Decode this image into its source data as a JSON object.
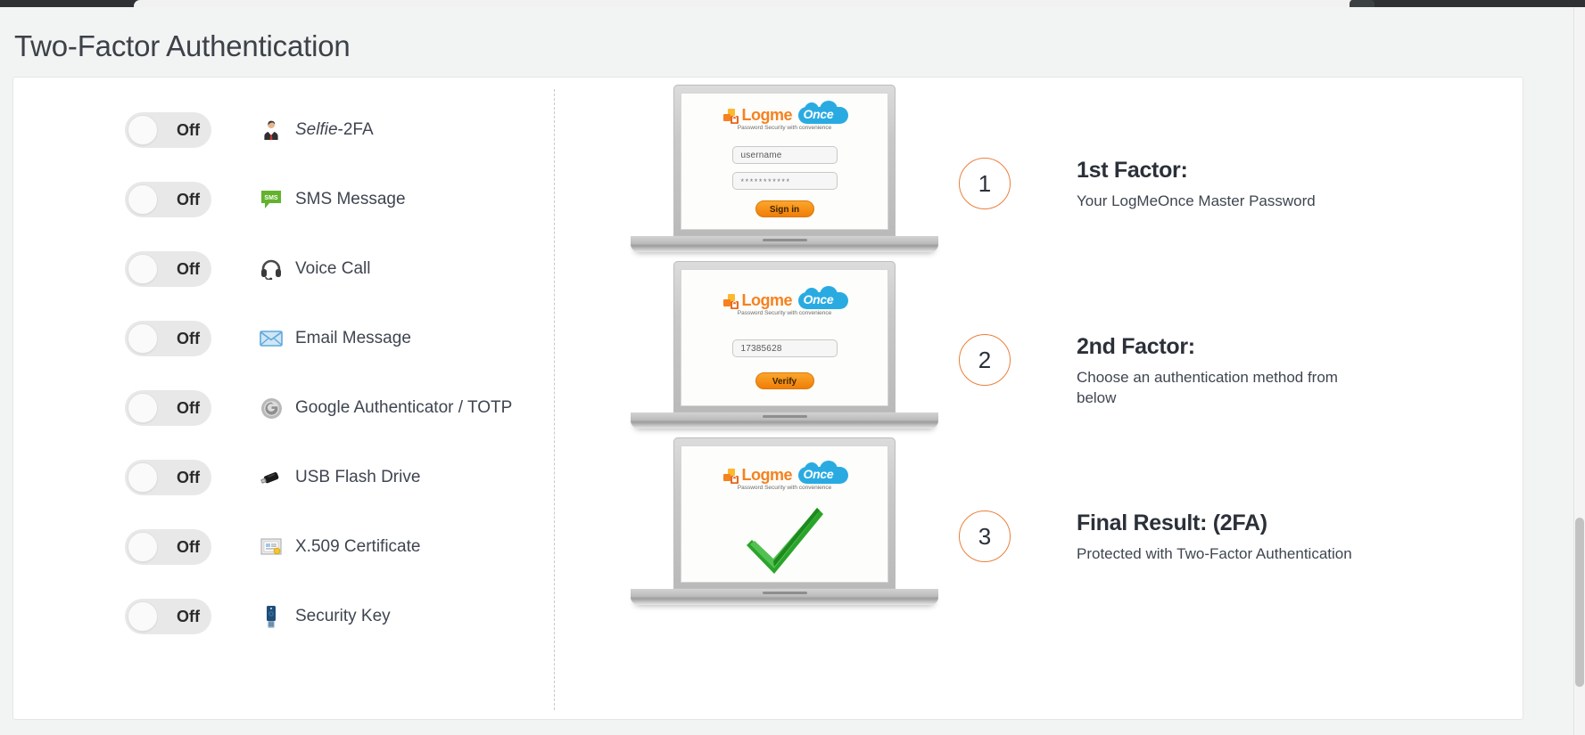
{
  "page": {
    "title": "Two-Factor Authentication"
  },
  "colors": {
    "accent_orange": "#ec7f3b",
    "logo_orange": "#f58220",
    "logo_blue": "#29abe2",
    "button_orange": "#f07d07",
    "check_green": "#2aa42a",
    "text_dark": "#2b3039",
    "page_bg": "#f2f3f3"
  },
  "methods": [
    {
      "state": "Off",
      "name": "Selfie-2FA",
      "name_italic": "Selfie",
      "name_rest": "-2FA",
      "icon": "person-suit-icon"
    },
    {
      "state": "Off",
      "name": "SMS Message",
      "icon": "sms-bubble-icon"
    },
    {
      "state": "Off",
      "name": "Voice Call",
      "icon": "headset-icon"
    },
    {
      "state": "Off",
      "name": "Email Message",
      "icon": "envelope-icon"
    },
    {
      "state": "Off",
      "name": "Google Authenticator / TOTP",
      "icon": "google-authenticator-icon"
    },
    {
      "state": "Off",
      "name": "USB Flash Drive",
      "icon": "usb-flash-drive-icon"
    },
    {
      "state": "Off",
      "name": "X.509 Certificate",
      "icon": "certificate-document-icon"
    },
    {
      "state": "Off",
      "name": "Security Key",
      "icon": "security-key-icon"
    }
  ],
  "illustration": {
    "brand": {
      "word1": "Logme",
      "word2": "Once",
      "tagline": "Password Security with convenience"
    },
    "screens": [
      {
        "id": "login-screen",
        "username_value": "username",
        "password_value": "***********",
        "button_label": "Sign in"
      },
      {
        "id": "verify-screen",
        "code_value": "17385628",
        "button_label": "Verify"
      },
      {
        "id": "success-screen",
        "symbol": "green-checkmark"
      }
    ]
  },
  "steps": [
    {
      "number": "1",
      "title": "1st Factor:",
      "desc": "Your LogMeOnce Master Password"
    },
    {
      "number": "2",
      "title": "2nd Factor:",
      "desc": "Choose an authentication method from below"
    },
    {
      "number": "3",
      "title": "Final Result: (2FA)",
      "desc": "Protected with Two-Factor Authentication"
    }
  ]
}
